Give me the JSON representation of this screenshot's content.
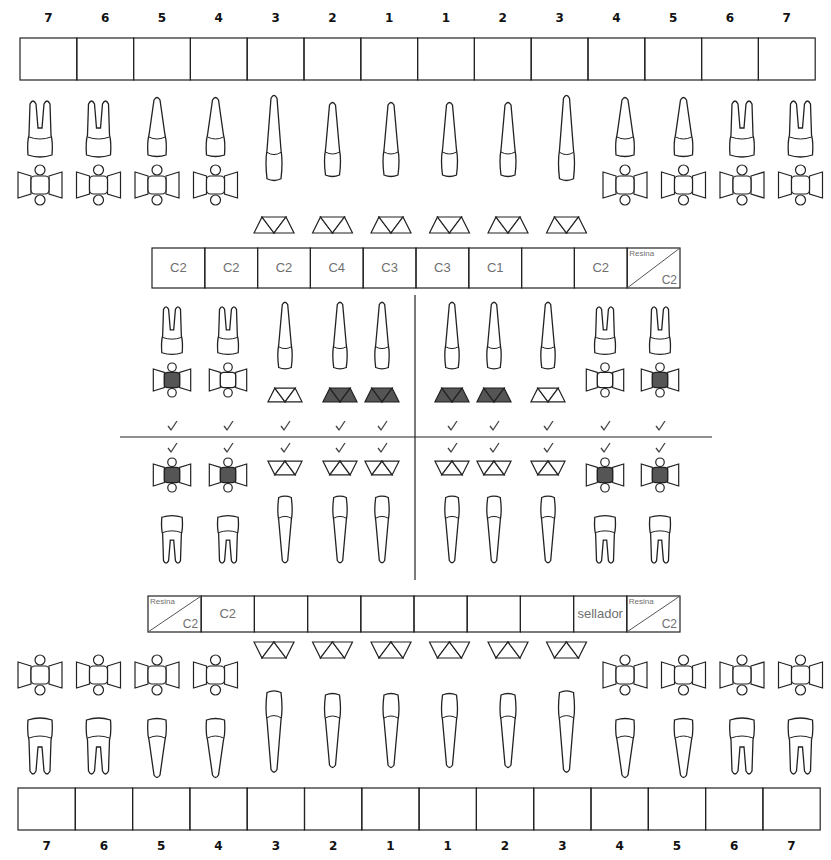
{
  "diagram": {
    "labels": [
      "7",
      "6",
      "5",
      "4",
      "3",
      "2",
      "1",
      "1",
      "2",
      "3",
      "4",
      "5",
      "6",
      "7",
      "C2",
      "C2",
      "C2",
      "C4",
      "C3",
      "C3",
      "C1",
      "C2",
      "Resina",
      "C2",
      "Resina",
      "C2",
      "C2",
      "sellador",
      "Resina",
      "C2",
      "7",
      "6",
      "5",
      "4",
      "3",
      "2",
      "1",
      "1",
      "2",
      "3",
      "4",
      "5",
      "6",
      "7"
    ]
  }
}
